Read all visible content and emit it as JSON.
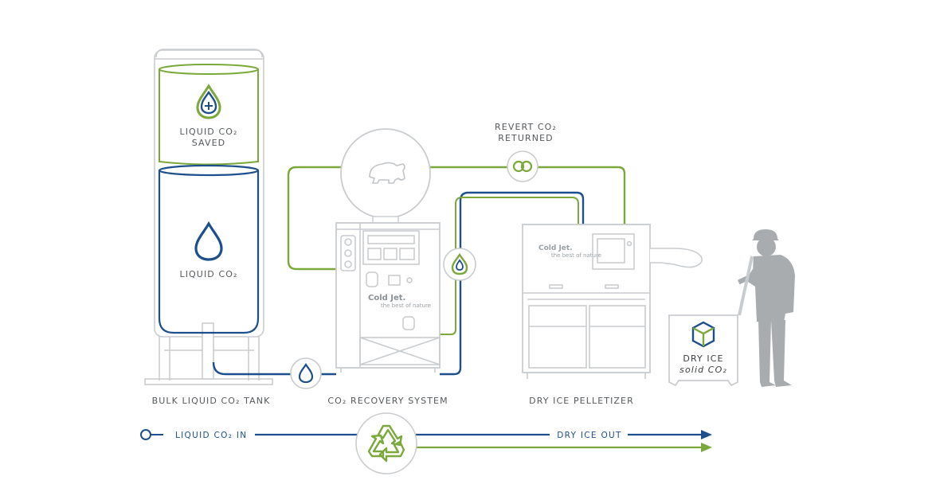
{
  "colors": {
    "blue": "#1d4f8c",
    "green": "#7aa83a",
    "outline": "#c9cccf",
    "text": "#55595c",
    "worker": "#a9acae"
  },
  "tank": {
    "saved_line1": "LIQUID CO₂",
    "saved_line2": "SAVED",
    "liquid_label": "LIQUID CO₂",
    "caption": "BULK LIQUID CO₂ TANK"
  },
  "recovery": {
    "caption": "CO₂ RECOVERY SYSTEM",
    "brand": "Cold Jet.",
    "tagline": "the best of nature"
  },
  "revert": {
    "line1": "REVERT CO₂",
    "line2": "RETURNED"
  },
  "pelletizer": {
    "caption": "DRY ICE PELLETIZER",
    "brand": "Cold Jet.",
    "tagline": "the best of nature"
  },
  "dry_ice_box": {
    "line1": "DRY ICE",
    "line2": "solid CO₂"
  },
  "flow": {
    "in_label": "LIQUID CO₂ IN",
    "out_label": "DRY ICE OUT"
  },
  "icons": [
    "droplet-plus-icon",
    "droplet-icon",
    "infinity-icon",
    "recycle-icon",
    "cube-icon",
    "bear-logo-icon",
    "worker-figure"
  ]
}
